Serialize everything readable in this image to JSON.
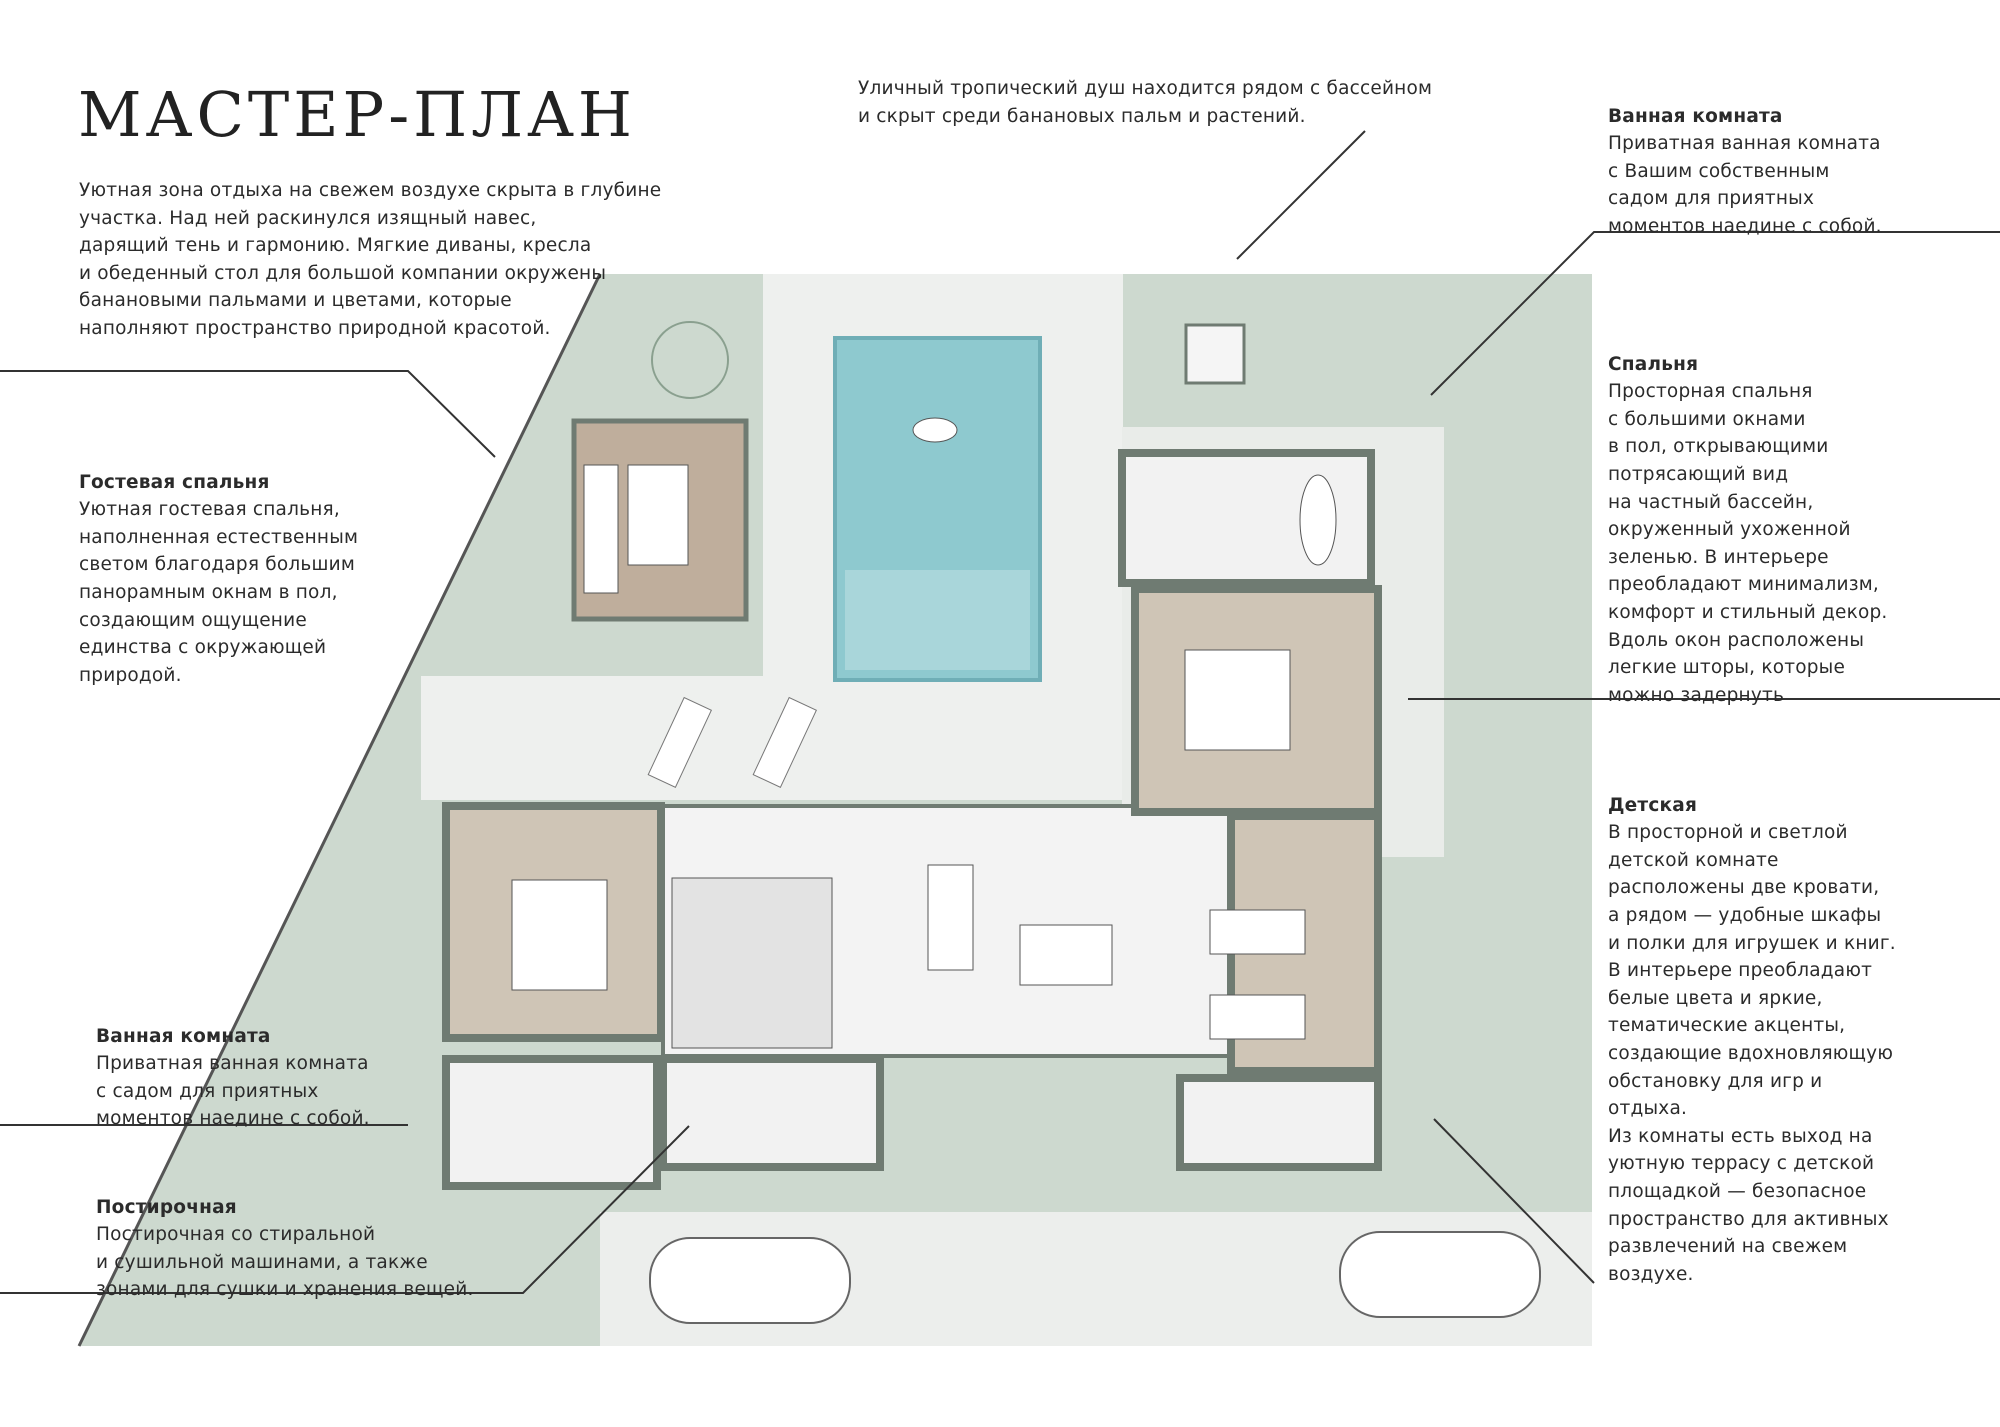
{
  "title": "МАСТЕР-ПЛАН",
  "intro": "Уютная зона отдыха на свежем воздухе скрыта в глубине\nучастка. Над ней раскинулся изящный навес,\nдарящий тень и гармонию. Мягкие диваны, кресла\nи обеденный стол для большой компании окружены\nбанановыми пальмами и цветами, которые\nнаполняют пространство природной красотой.",
  "shower_note": "Уличный тропический душ находится рядом с бассейном\nи скрыт среди банановых пальм и растений.",
  "annotations": {
    "guest_bedroom": {
      "heading": "Гостевая спальня",
      "text": "Уютная гостевая спальня,\nнаполненная естественным\nсветом благодаря большим\nпанорамным окнам в пол,\nсоздающим ощущение\nединства с окружающей\nприродой."
    },
    "bathroom_left": {
      "heading": "Ванная комната",
      "text": "Приватная ванная комната\nс садом для приятных\nмоментов наедине с собой."
    },
    "laundry": {
      "heading": "Постирочная",
      "text": "Постирочная со стиральной\nи сушильной машинами, а также\nзонами для сушки и хранения вещей."
    },
    "bathroom_right": {
      "heading": "Ванная комната",
      "text": "Приватная ванная комната\nс Вашим собственным\nсадом для приятных\nмоментов наедине с собой."
    },
    "bedroom": {
      "heading": "Спальня",
      "text": "Просторная спальня\nс большими окнами\nв пол, открывающими\nпотрясающий вид\nна частный бассейн,\nокруженный ухоженной\nзеленью. В интерьере\nпреобладают минимализм,\nкомфорт и стильный декор.\nВдоль окон расположены\nлегкие шторы, которые\nможно задернуть"
    },
    "kids_room": {
      "heading": "Детская",
      "text": "В просторной и светлой\nдетской комнате\nрасположены две кровати,\nа рядом — удобные шкафы\nи полки для игрушек и книг.\nВ интерьере преобладают\nбелые цвета и яркие,\nтематические акценты,\nсоздающие вдохновляющую\nобстановку для игр и\nотдыха.\nИз комнаты есть выход на\nуютную террасу с детской\nплощадкой — безопасное\nпространство для активных\nразвлечений на свежем\nвоздухе."
    }
  },
  "colors": {
    "garden": "#cdd9cf",
    "paving": "#eef0ee",
    "wood": "#cfc5b6",
    "pool": "#8ec9cf",
    "wall": "#6f7b72",
    "line": "#333333"
  }
}
